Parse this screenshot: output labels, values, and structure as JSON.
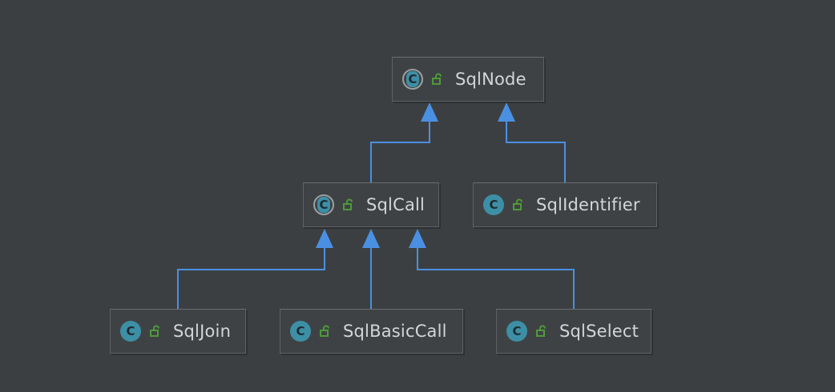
{
  "colors": {
    "background": "#3c3f41",
    "edge": "#4a90e2",
    "class_icon": "#3d8fa6",
    "lock_icon": "#4e9a3a"
  },
  "icons": {
    "class": "class-icon",
    "abstract_class": "abstract-class-icon",
    "visibility": "unlocked-padlock-icon"
  },
  "nodes": {
    "sqlnode": {
      "label": "SqlNode",
      "icon_letter": "C",
      "kind": "abstract"
    },
    "sqlcall": {
      "label": "SqlCall",
      "icon_letter": "C",
      "kind": "abstract"
    },
    "sqlidentifier": {
      "label": "SqlIdentifier",
      "icon_letter": "C",
      "kind": "class"
    },
    "sqljoin": {
      "label": "SqlJoin",
      "icon_letter": "C",
      "kind": "class"
    },
    "sqlbasiccall": {
      "label": "SqlBasicCall",
      "icon_letter": "C",
      "kind": "class"
    },
    "sqlselect": {
      "label": "SqlSelect",
      "icon_letter": "C",
      "kind": "class"
    }
  },
  "edges": [
    {
      "from": "sqlcall",
      "to": "sqlnode",
      "relation": "extends"
    },
    {
      "from": "sqlidentifier",
      "to": "sqlnode",
      "relation": "extends"
    },
    {
      "from": "sqljoin",
      "to": "sqlcall",
      "relation": "extends"
    },
    {
      "from": "sqlbasiccall",
      "to": "sqlcall",
      "relation": "extends"
    },
    {
      "from": "sqlselect",
      "to": "sqlcall",
      "relation": "extends"
    }
  ]
}
